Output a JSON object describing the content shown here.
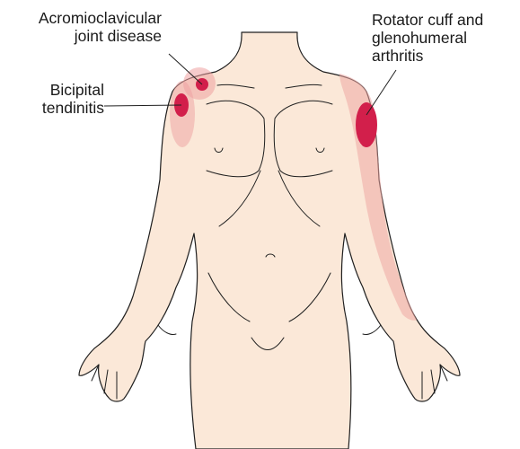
{
  "labels": {
    "acromioclavicular": {
      "line1": "Acromioclavicular",
      "line2": "joint disease"
    },
    "bicipital": {
      "line1": "Bicipital",
      "line2": "tendinitis"
    },
    "rotator_cuff": {
      "line1": "Rotator cuff and",
      "line2": "glenohumeral",
      "line3": "arthritis"
    }
  },
  "colors": {
    "skin": "#fbe8d8",
    "outline": "#1f1f1f",
    "pain_core": "#d21f4b",
    "pain_halo": "#eea0a0",
    "referred_band": "#eea8a4"
  }
}
